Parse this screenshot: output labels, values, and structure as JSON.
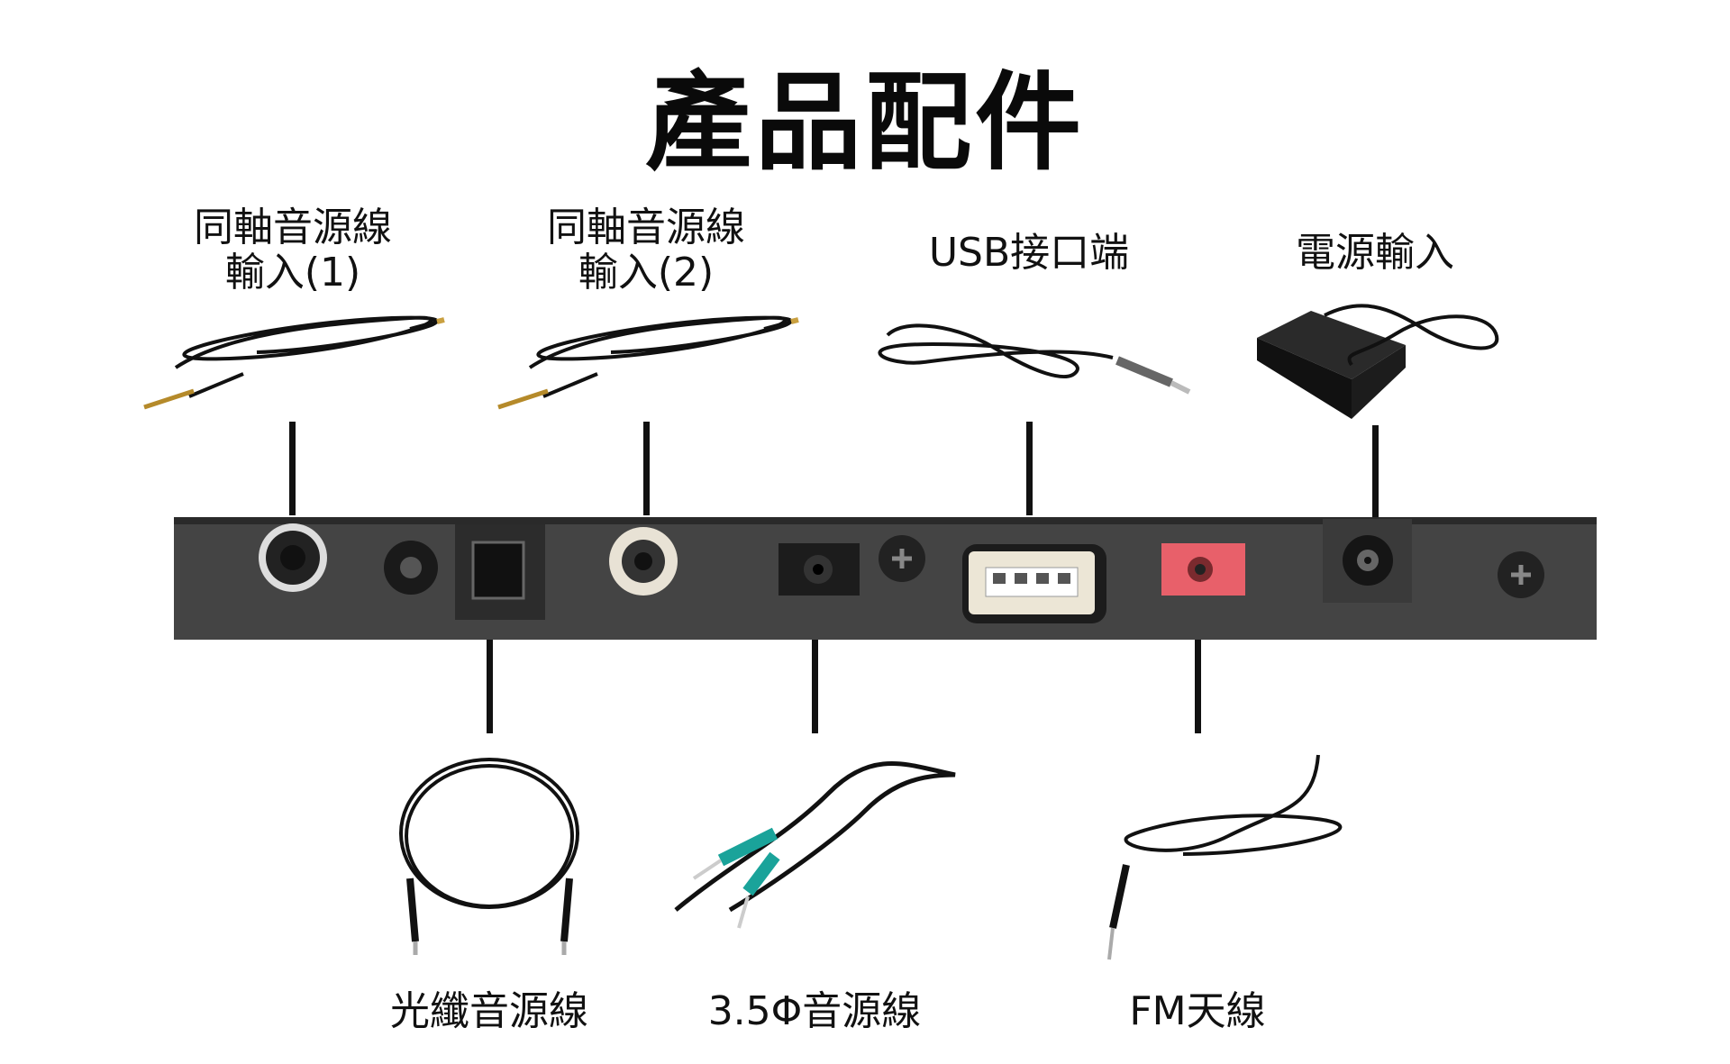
{
  "title": "產品配件",
  "top_items": [
    {
      "line1": "同軸音源線",
      "line2": "輸入(1)",
      "icon": "rca-coaxial-cable"
    },
    {
      "line1": "同軸音源線",
      "line2": "輸入(2)",
      "icon": "rca-coaxial-cable"
    },
    {
      "line1": "USB接口端",
      "line2": "",
      "icon": "usb-cable"
    },
    {
      "line1": "電源輸入",
      "line2": "",
      "icon": "power-adapter"
    }
  ],
  "bottom_items": [
    {
      "label": "光纖音源線",
      "icon": "optical-cable"
    },
    {
      "label": "3.5Φ音源線",
      "icon": "aux-cable"
    },
    {
      "label": "FM天線",
      "icon": "fm-antenna"
    }
  ],
  "colors": {
    "panel": "#404040",
    "fm_port": "#e8606a",
    "aux_plug": "#1aa39a"
  }
}
